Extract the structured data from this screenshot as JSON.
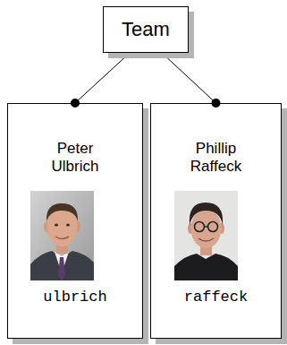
{
  "diagram": {
    "nodes": [
      {
        "text": [
          "Team"
        ]
      },
      {
        "text": [
          "Peter Ulbrich",
          "ulbrich"
        ]
      },
      {
        "text": [
          "Phillip Raffeck",
          "raffeck"
        ]
      }
    ],
    "edges": [
      {
        "from": 0,
        "to": 1,
        "arrow": "to"
      },
      {
        "from": 0,
        "to": 2,
        "arrow": "to"
      }
    ]
  }
}
